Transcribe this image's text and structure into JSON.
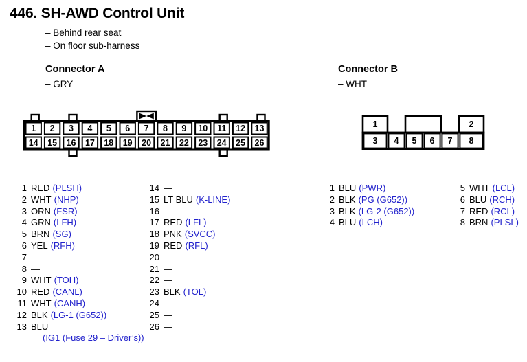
{
  "header": {
    "title": "446. SH-AWD Control Unit",
    "notes": [
      "– Behind rear seat",
      "– On floor sub-harness"
    ]
  },
  "colors": {
    "signal_blue": "#2222CC",
    "text_black": "#000000",
    "background": "#FFFFFF"
  },
  "connectorA": {
    "heading": "Connector A",
    "color_label": "– GRY",
    "diagram": {
      "top_row_labels": [
        "1",
        "2",
        "3",
        "4",
        "5",
        "6",
        "7",
        "8",
        "9",
        "10",
        "11",
        "12",
        "13"
      ],
      "bottom_row_labels": [
        "14",
        "15",
        "16",
        "17",
        "18",
        "19",
        "20",
        "21",
        "22",
        "23",
        "24",
        "25",
        "26"
      ],
      "keyed_pin": "7",
      "top_tabs_above_pins": [
        "1",
        "3",
        "11",
        "13"
      ],
      "bottom_tabs_below_pins": [
        "16",
        "24"
      ]
    },
    "pins_left": [
      {
        "num": "1",
        "code": "RED",
        "signal": "(PLSH)"
      },
      {
        "num": "2",
        "code": "WHT",
        "signal": "(NHP)"
      },
      {
        "num": "3",
        "code": "ORN",
        "signal": "(FSR)"
      },
      {
        "num": "4",
        "code": "GRN",
        "signal": "(LFH)"
      },
      {
        "num": "5",
        "code": "BRN",
        "signal": "(SG)"
      },
      {
        "num": "6",
        "code": "YEL",
        "signal": "(RFH)"
      },
      {
        "num": "7",
        "code": "—",
        "signal": ""
      },
      {
        "num": "8",
        "code": "—",
        "signal": ""
      },
      {
        "num": "9",
        "code": "WHT",
        "signal": "(TOH)"
      },
      {
        "num": "10",
        "code": "RED",
        "signal": "(CANL)"
      },
      {
        "num": "11",
        "code": "WHT",
        "signal": "(CANH)"
      },
      {
        "num": "12",
        "code": "BLK",
        "signal": "(LG-1 (G652))"
      },
      {
        "num": "13",
        "code": "BLU",
        "signal": "",
        "continuation": "(IG1 (Fuse 29 – Driver’s))"
      }
    ],
    "pins_right": [
      {
        "num": "14",
        "code": "—",
        "signal": ""
      },
      {
        "num": "15",
        "code": "LT BLU",
        "signal": "(K-LINE)"
      },
      {
        "num": "16",
        "code": "—",
        "signal": ""
      },
      {
        "num": "17",
        "code": "RED",
        "signal": "(LFL)"
      },
      {
        "num": "18",
        "code": "PNK",
        "signal": "(SVCC)"
      },
      {
        "num": "19",
        "code": "RED",
        "signal": "(RFL)"
      },
      {
        "num": "20",
        "code": "—",
        "signal": ""
      },
      {
        "num": "21",
        "code": "—",
        "signal": ""
      },
      {
        "num": "22",
        "code": "—",
        "signal": ""
      },
      {
        "num": "23",
        "code": "BLK",
        "signal": "(TOL)"
      },
      {
        "num": "24",
        "code": "—",
        "signal": ""
      },
      {
        "num": "25",
        "code": "—",
        "signal": ""
      },
      {
        "num": "26",
        "code": "—",
        "signal": ""
      }
    ]
  },
  "connectorB": {
    "heading": "Connector B",
    "color_label": "– WHT",
    "diagram": {
      "top_row_labels": [
        "1",
        "",
        "2"
      ],
      "bottom_row_labels": [
        "3",
        "4",
        "5",
        "6",
        "7",
        "8"
      ]
    },
    "pins_left": [
      {
        "num": "1",
        "code": "BLU",
        "signal": "(PWR)"
      },
      {
        "num": "2",
        "code": "BLK",
        "signal": "(PG (G652))"
      },
      {
        "num": "3",
        "code": "BLK",
        "signal": "(LG-2 (G652))"
      },
      {
        "num": "4",
        "code": "BLU",
        "signal": "(LCH)"
      }
    ],
    "pins_right": [
      {
        "num": "5",
        "code": "WHT",
        "signal": "(LCL)"
      },
      {
        "num": "6",
        "code": "BLU",
        "signal": "(RCH)"
      },
      {
        "num": "7",
        "code": "RED",
        "signal": "(RCL)"
      },
      {
        "num": "8",
        "code": "BRN",
        "signal": "(PLSL)"
      }
    ]
  }
}
